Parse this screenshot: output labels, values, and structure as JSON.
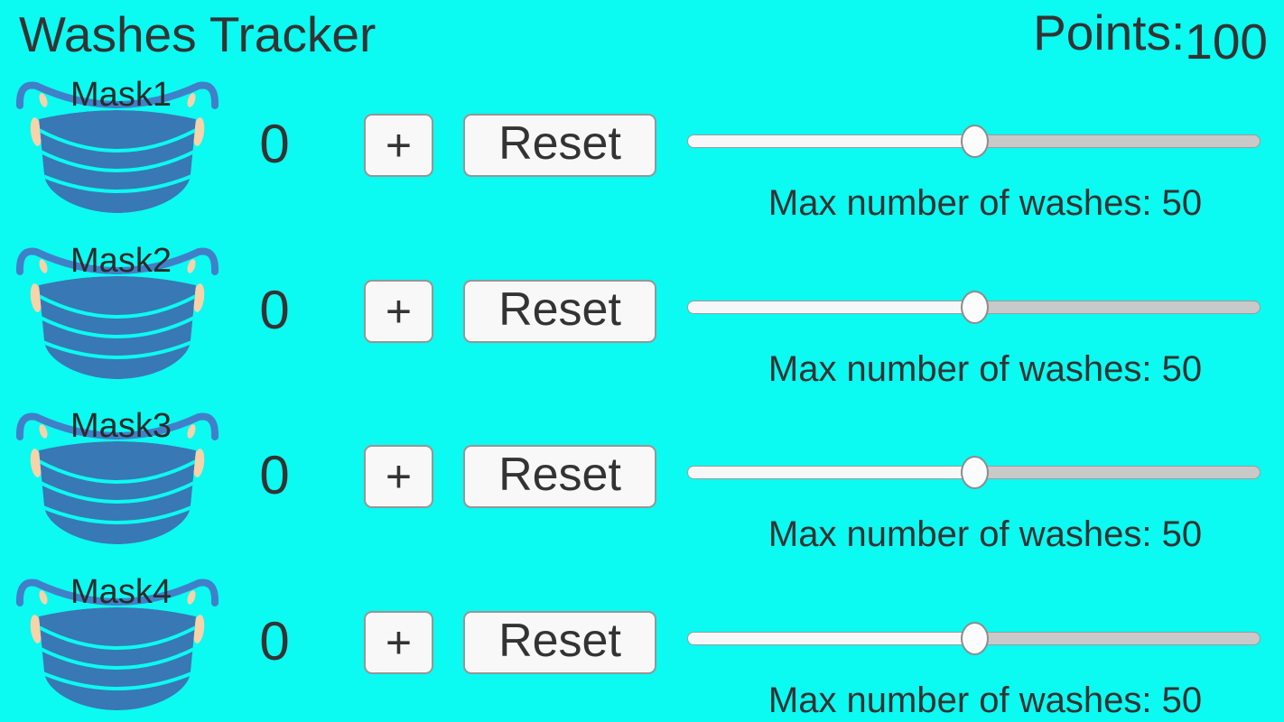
{
  "header": {
    "title": "Washes Tracker",
    "points_label": "Points:",
    "points_value": "100"
  },
  "rows": [
    {
      "mask_label": "Mask1",
      "count": "0",
      "plus_label": "+",
      "reset_label": "Reset",
      "max_washes_label": "Max number of washes: 50",
      "max_washes": 50,
      "slider_percent": 50
    },
    {
      "mask_label": "Mask2",
      "count": "0",
      "plus_label": "+",
      "reset_label": "Reset",
      "max_washes_label": "Max number of washes: 50",
      "max_washes": 50,
      "slider_percent": 50
    },
    {
      "mask_label": "Mask3",
      "count": "0",
      "plus_label": "+",
      "reset_label": "Reset",
      "max_washes_label": "Max number of washes: 50",
      "max_washes": 50,
      "slider_percent": 50
    },
    {
      "mask_label": "Mask4",
      "count": "0",
      "plus_label": "+",
      "reset_label": "Reset",
      "max_washes_label": "Max number of washes: 50",
      "max_washes": 50,
      "slider_percent": 50
    }
  ],
  "colors": {
    "background": "#0BFAF2",
    "text": "#333333",
    "mask_body": "#3878B4",
    "mask_seam": "#4080C8",
    "mask_ear": "#F6D3A9",
    "button_bg": "#F8F8F8",
    "button_border": "#969696",
    "slider_fill": "#F7F7F7",
    "slider_track": "#C9C9C9"
  },
  "layout_numbers": {
    "row_top_start": 79,
    "row_spacing": 183.7
  }
}
